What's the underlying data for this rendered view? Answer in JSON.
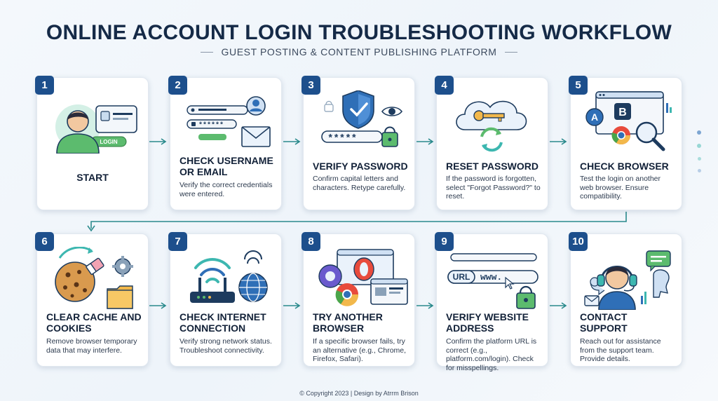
{
  "header": {
    "title": "ONLINE ACCOUNT LOGIN TROUBLESHOOTING WORKFLOW",
    "subtitle": "GUEST POSTING & CONTENT PUBLISHING PLATFORM"
  },
  "steps": [
    {
      "number": "1",
      "title": "START",
      "description": "",
      "icon": "user-login-icon",
      "icon_text": "LOGIN"
    },
    {
      "number": "2",
      "title": "CHECK USERNAME OR EMAIL",
      "description": "Verify the correct credentials were entered.",
      "icon": "credentials-email-icon",
      "icon_text": "******"
    },
    {
      "number": "3",
      "title": "VERIFY PASSWORD",
      "description": "Confirm capital letters and characters. Retype carefully.",
      "icon": "shield-password-icon",
      "icon_text": "*****"
    },
    {
      "number": "4",
      "title": "RESET PASSWORD",
      "description": "If the password is forgotten, select \"Forgot Password?\" to reset.",
      "icon": "cloud-key-reset-icon",
      "icon_text": ""
    },
    {
      "number": "5",
      "title": "CHECK BROWSER",
      "description": "Test the login on another web browser. Ensure compatibility.",
      "icon": "browser-check-icon",
      "icon_text": "A B"
    },
    {
      "number": "6",
      "title": "CLEAR CACHE AND COOKIES",
      "description": "Remove browser temporary data that may interfere.",
      "icon": "cookie-cache-icon",
      "icon_text": ""
    },
    {
      "number": "7",
      "title": "CHECK INTERNET CONNECTION",
      "description": "Verify strong network status. Troubleshoot connectivity.",
      "icon": "router-wifi-icon",
      "icon_text": ""
    },
    {
      "number": "8",
      "title": "TRY ANOTHER BROWSER",
      "description": "If a specific browser fails, try an alternative (e.g., Chrome, Firefox, Safari).",
      "icon": "multiple-browsers-icon",
      "icon_text": ""
    },
    {
      "number": "9",
      "title": "VERIFY WEBSITE ADDRESS",
      "description": "Confirm the platform URL is correct (e.g., platform.com/login). Check for misspellings.",
      "icon": "url-lock-icon",
      "icon_text": "URL|www."
    },
    {
      "number": "10",
      "title": "CONTACT SUPPORT",
      "description": "Reach out for assistance from the support team. Provide details.",
      "icon": "support-agent-icon",
      "icon_text": ""
    }
  ],
  "footer": "© Copyright 2023 | Design by Atrrm Brison",
  "colors": {
    "badge": "#1d4f8c",
    "arrow": "#2a8a8c",
    "teal": "#3db7b0",
    "green": "#5cbb6e",
    "blue": "#2f6fb7",
    "navy": "#152a47"
  }
}
